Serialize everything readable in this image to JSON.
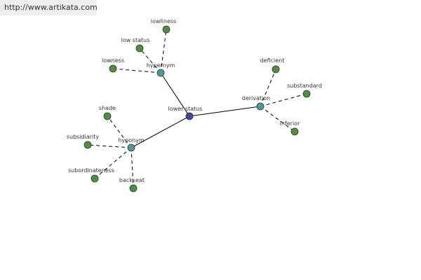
{
  "watermark": "http://www.artikata.com",
  "colors": {
    "center": "#404a96",
    "relation": "#4d9a96",
    "leaf": "#4f8f3f"
  },
  "nodes": [
    {
      "id": "lower-status",
      "label": "lower status",
      "kind": "center"
    },
    {
      "id": "hypernym",
      "label": "hypernym",
      "kind": "relation"
    },
    {
      "id": "hyponym",
      "label": "hyponym",
      "kind": "relation"
    },
    {
      "id": "derivation",
      "label": "derivation",
      "kind": "relation"
    },
    {
      "id": "lowliness",
      "label": "lowliness",
      "kind": "leaf"
    },
    {
      "id": "low-status",
      "label": "low status",
      "kind": "leaf"
    },
    {
      "id": "lowness",
      "label": "lowness",
      "kind": "leaf"
    },
    {
      "id": "shade",
      "label": "shade",
      "kind": "leaf"
    },
    {
      "id": "subsidiarity",
      "label": "subsidiarity",
      "kind": "leaf"
    },
    {
      "id": "subordinateness",
      "label": "subordinateness",
      "kind": "leaf"
    },
    {
      "id": "backseat",
      "label": "backseat",
      "kind": "leaf"
    },
    {
      "id": "deficient",
      "label": "deficient",
      "kind": "leaf"
    },
    {
      "id": "substandard",
      "label": "substandard",
      "kind": "leaf"
    },
    {
      "id": "inferior",
      "label": "inferior",
      "kind": "leaf"
    }
  ],
  "edges": [
    {
      "from": "lower-status",
      "to": "hypernym",
      "style": "solid"
    },
    {
      "from": "lower-status",
      "to": "hyponym",
      "style": "solid"
    },
    {
      "from": "lower-status",
      "to": "derivation",
      "style": "solid"
    },
    {
      "from": "hypernym",
      "to": "lowliness",
      "style": "dashed"
    },
    {
      "from": "hypernym",
      "to": "low-status",
      "style": "dashed"
    },
    {
      "from": "hypernym",
      "to": "lowness",
      "style": "dashed"
    },
    {
      "from": "hyponym",
      "to": "shade",
      "style": "dashed"
    },
    {
      "from": "hyponym",
      "to": "subsidiarity",
      "style": "dashed"
    },
    {
      "from": "hyponym",
      "to": "subordinateness",
      "style": "dashed"
    },
    {
      "from": "hyponym",
      "to": "backseat",
      "style": "dashed"
    },
    {
      "from": "derivation",
      "to": "deficient",
      "style": "dashed"
    },
    {
      "from": "derivation",
      "to": "substandard",
      "style": "dashed"
    },
    {
      "from": "derivation",
      "to": "inferior",
      "style": "dashed"
    }
  ]
}
